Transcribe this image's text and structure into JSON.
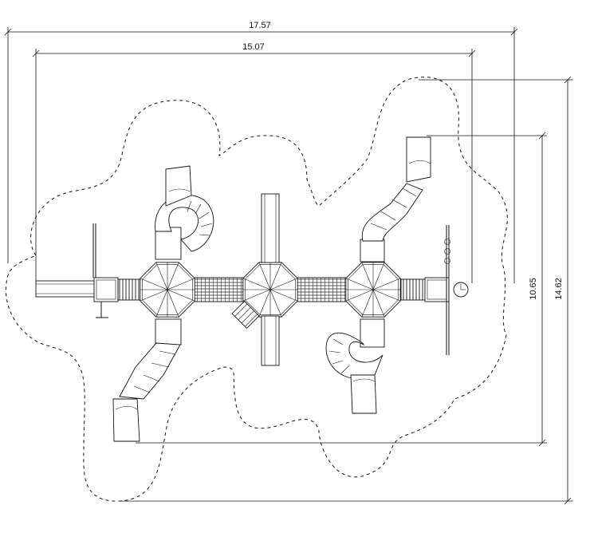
{
  "dimensions": {
    "overall_width": "17.57",
    "inner_width": "15.07",
    "inner_depth": "10.65",
    "overall_depth": "14.62"
  },
  "colors": {
    "line": "#111111",
    "background": "#ffffff"
  }
}
